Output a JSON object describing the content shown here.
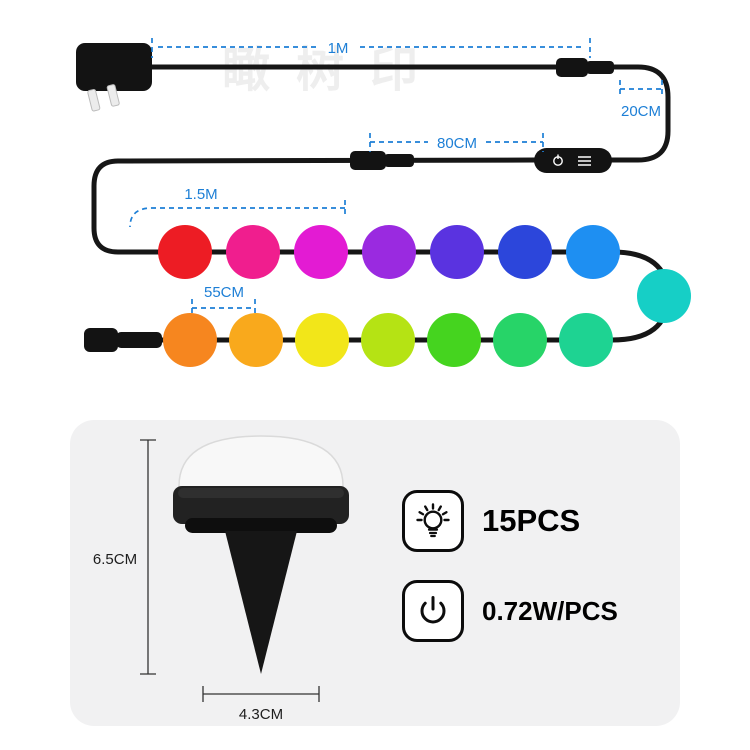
{
  "watermark": {
    "text": "瞰树印"
  },
  "diagram": {
    "annotation_color": "#1d7fd6",
    "wire_color": "#161616",
    "labels": {
      "m1": "1M",
      "cm20": "20CM",
      "cm80": "80CM",
      "m1_5": "1.5M",
      "cm55": "55CM"
    }
  },
  "lights": {
    "count": 15,
    "colors": [
      "#ed1c24",
      "#f01e8e",
      "#e31bd3",
      "#9a2ae0",
      "#5a33e0",
      "#2c46db",
      "#1e8ff2",
      "#16cfc6",
      "#f6861f",
      "#f9a91c",
      "#f2e619",
      "#b5e314",
      "#45d41f",
      "#27d468",
      "#1ed392"
    ]
  },
  "spec_card": {
    "height_label": "6.5CM",
    "width_label": "4.3CM",
    "specs": [
      {
        "icon": "bulb-icon",
        "label": "15PCS"
      },
      {
        "icon": "power-icon",
        "label": "0.72W/PCS"
      }
    ]
  }
}
